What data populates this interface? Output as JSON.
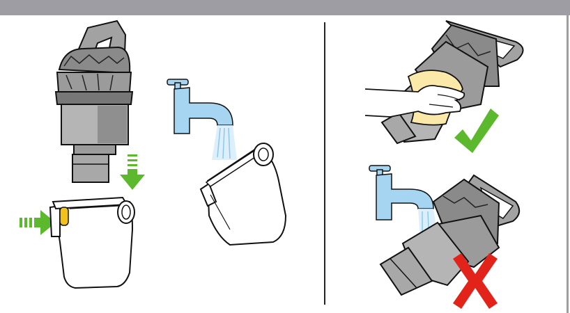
{
  "manual_page": {
    "illustrations": [
      {
        "id": "step-remove-bin",
        "icons": [
          "cyclone-icon",
          "bin-icon",
          "arrow-down-icon",
          "arrow-right-icon"
        ]
      },
      {
        "id": "step-wash-bin",
        "icons": [
          "tap-icon",
          "water-icon",
          "bin-icon"
        ]
      },
      {
        "id": "step-wipe-cyclone",
        "icons": [
          "cyclone-icon",
          "hand-icon",
          "cloth-icon",
          "check-icon"
        ],
        "status": "allowed"
      },
      {
        "id": "step-no-water-cyclone",
        "icons": [
          "tap-icon",
          "water-icon",
          "cyclone-icon",
          "cross-icon"
        ],
        "status": "forbidden"
      }
    ],
    "colors": {
      "frame": "#9d9da3",
      "arrow_green": "#5cb82d",
      "check_green": "#5cb82d",
      "cross_red": "#e2231a",
      "tap_blue": "#a6d5f1",
      "cloth_yellow": "#fbe9a9",
      "latch_yellow": "#f2c21b",
      "part_grey": "#a2a2a2",
      "dark_grey": "#6a6a6a"
    }
  }
}
